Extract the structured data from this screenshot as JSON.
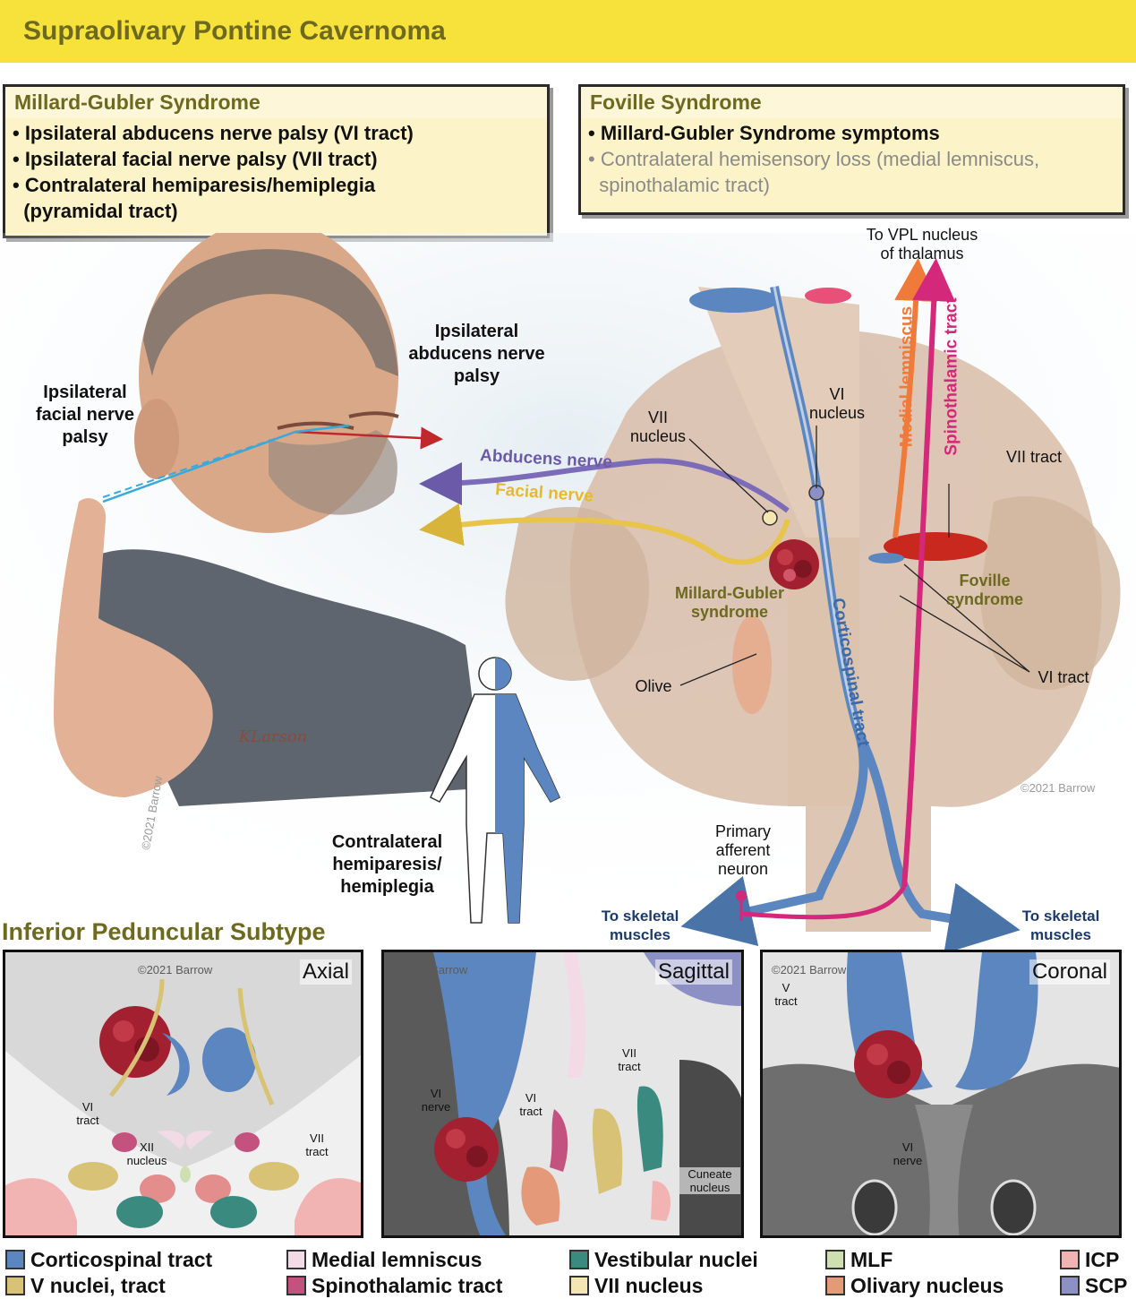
{
  "title": "Supraolivary Pontine Cavernoma",
  "millard_gubler": {
    "heading": "Millard-Gubler Syndrome",
    "items": [
      "• Ipsilateral abducens nerve palsy (VI tract)",
      "• Ipsilateral facial nerve palsy (VII tract)",
      "• Contralateral hemiparesis/hemiplegia",
      "  (pyramidal tract)"
    ]
  },
  "foville": {
    "heading": "Foville Syndrome",
    "items": [
      "• Millard-Gubler Syndrome symptoms",
      "• Contralateral hemisensory loss (medial lemniscus,",
      "  spinothalamic tract)"
    ]
  },
  "labels": {
    "facial_palsy": [
      "Ipsilateral",
      "facial nerve",
      "palsy"
    ],
    "abducens_palsy": [
      "Ipsilateral",
      "abducens nerve",
      "palsy"
    ],
    "hemiparesis": [
      "Contralateral",
      "hemiparesis/",
      "hemiplegia"
    ],
    "abducens_nerve": "Abducens nerve",
    "facial_nerve": "Facial nerve",
    "vii_nucleus": [
      "VII",
      "nucleus"
    ],
    "vi_nucleus": [
      "VI",
      "nucleus"
    ],
    "vpl": [
      "To VPL nucleus",
      "of thalamus"
    ],
    "medial_lemniscus": "Medial lemniscus",
    "spinothalamic": "Spinothalamic tract",
    "vii_tract": "VII tract",
    "foville_syndrome": [
      "Foville",
      "syndrome"
    ],
    "mg_syndrome": [
      "Millard-Gubler",
      "syndrome"
    ],
    "corticospinal": "Corticospinal tract",
    "olive": "Olive",
    "vi_tract": "VI tract",
    "primary_afferent": [
      "Primary",
      "afferent",
      "neuron"
    ],
    "to_skeletal": [
      "To skeletal",
      "muscles"
    ],
    "copyright": "©2021 Barrow",
    "signature": "KLarson"
  },
  "subtype_title": "Inferior Peduncular Subtype",
  "panels": {
    "axial": {
      "title": "Axial",
      "labels": {
        "vi_tract": [
          "VI",
          "tract"
        ],
        "xii": [
          "XII",
          "nucleus"
        ],
        "vii_tract": [
          "VII",
          "tract"
        ]
      }
    },
    "sagittal": {
      "title": "Sagittal",
      "labels": {
        "vi_nerve": [
          "VI",
          "nerve"
        ],
        "vi_tract": [
          "VI",
          "tract"
        ],
        "vii_tract": [
          "VII",
          "tract"
        ],
        "cuneate": [
          "Cuneate",
          "nucleus"
        ]
      }
    },
    "coronal": {
      "title": "Coronal",
      "labels": {
        "v_tract": [
          "V",
          "tract"
        ],
        "vi_nerve": [
          "VI",
          "nerve"
        ]
      }
    }
  },
  "legend": [
    {
      "label": "Corticospinal tract",
      "color": "#5b86c0"
    },
    {
      "label": "V nuclei, tract",
      "color": "#d8c275"
    },
    {
      "label": "Medial lemniscus",
      "color": "#f3dbe6"
    },
    {
      "label": "Spinothalamic tract",
      "color": "#c4527f"
    },
    {
      "label": "Vestibular nuclei",
      "color": "#3a8a80"
    },
    {
      "label": "VII nucleus",
      "color": "#f3e6b0"
    },
    {
      "label": "MLF",
      "color": "#cfe0b0"
    },
    {
      "label": "Olivary nucleus",
      "color": "#e49a78"
    },
    {
      "label": "ICP",
      "color": "#f2b3b3"
    },
    {
      "label": "SCP",
      "color": "#8d90c4"
    }
  ],
  "colors": {
    "title_bg": "#f7e23b",
    "heading_olive": "#6d6a1f",
    "box_bg": "#fdf3c8",
    "corticospinal": "#5b86c0",
    "medial_lemniscus": "#f07a3a",
    "spinothalamic": "#d4287a",
    "abducens": "#7b6bb8",
    "facial": "#e8c44a",
    "cavernoma": "#a2202f",
    "navy": "#1c3a6a"
  }
}
